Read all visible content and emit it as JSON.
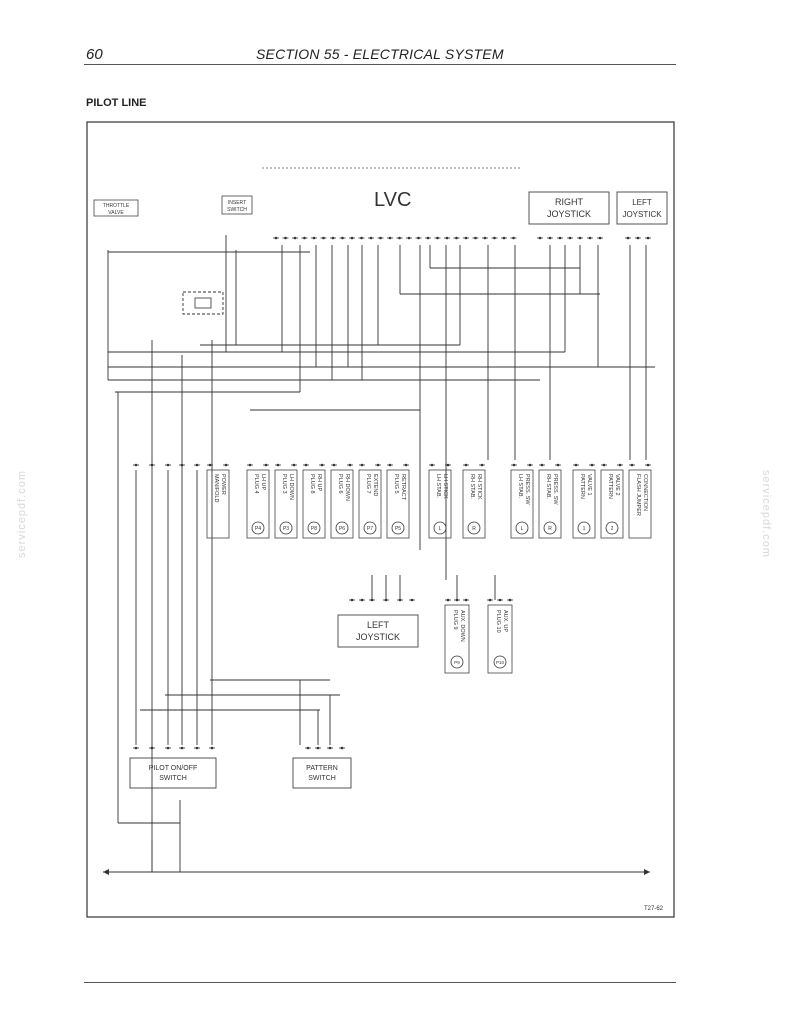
{
  "header": {
    "page_number": "60",
    "section_title": "SECTION 55 - ELECTRICAL SYSTEM"
  },
  "subsection_title": "PILOT LINE",
  "watermark": "servicepdf.com",
  "diagram": {
    "controller_label": "LVC",
    "right_joystick": [
      "RIGHT",
      "JOYSTICK"
    ],
    "left_joystick_top": [
      "LEFT",
      "JOYSTICK"
    ],
    "left_joystick_bottom": [
      "LEFT",
      "JOYSTICK"
    ],
    "pilot_switch": [
      "PILOT ON/OFF",
      "SWITCH"
    ],
    "pattern_switch": [
      "PATTERN",
      "SWITCH"
    ],
    "small_box_left": [
      "THROTTLE",
      "VALVE"
    ],
    "small_box_mid": [
      "INSERT",
      "SWITCH"
    ],
    "figure_code": "T27-62",
    "components": [
      {
        "lines": [
          "MANIFOLD",
          "POWER"
        ],
        "tag": ""
      },
      {
        "lines": [
          "PLUG 4",
          "LH UP"
        ],
        "tag": "P4"
      },
      {
        "lines": [
          "PLUG 3",
          "LH DOWN"
        ],
        "tag": "P3"
      },
      {
        "lines": [
          "PLUG 8",
          "RH UP"
        ],
        "tag": "P8"
      },
      {
        "lines": [
          "PLUG 6",
          "RH DOWN"
        ],
        "tag": "P6"
      },
      {
        "lines": [
          "PLUG 7",
          "EXTEND"
        ],
        "tag": "P7"
      },
      {
        "lines": [
          "PLUG 5",
          "RETRACT"
        ],
        "tag": "P5"
      },
      {
        "lines": [
          "LH STAB.",
          "LH STICK"
        ],
        "tag": "L"
      },
      {
        "lines": [
          "RH STAB.",
          "RH STICK"
        ],
        "tag": "R"
      },
      {
        "lines": [
          "LH STAB.",
          "PRESS. SW"
        ],
        "tag": "L"
      },
      {
        "lines": [
          "RH STAB.",
          "PRESS. SW"
        ],
        "tag": "R"
      },
      {
        "lines": [
          "PATTERN",
          "VALVE 1"
        ],
        "tag": "1"
      },
      {
        "lines": [
          "PATTERN",
          "VALVE 2"
        ],
        "tag": "2"
      },
      {
        "lines": [
          "FLASH JUMPER",
          "CONNECTION"
        ],
        "tag": ""
      }
    ],
    "plugs_bottom": [
      {
        "lines": [
          "PLUG 9",
          "AUX. DOWN"
        ],
        "tag": "P9"
      },
      {
        "lines": [
          "PLUG 10",
          "AUX. UP"
        ],
        "tag": "P10"
      }
    ]
  }
}
